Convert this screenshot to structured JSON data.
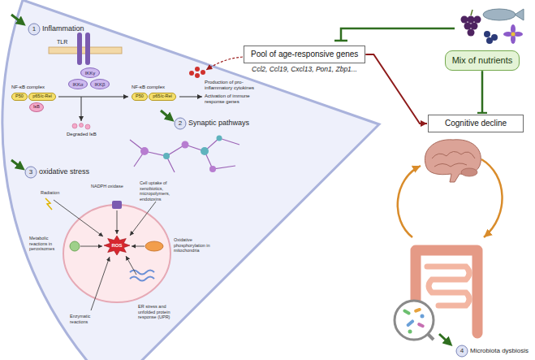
{
  "diagram": {
    "nodes": [
      {
        "text": [
          "IKKγ"
        ]
      },
      {
        "text": [
          "IKKα"
        ]
      },
      {
        "text": [
          "IKKβ"
        ]
      },
      {
        "text": [
          "P50"
        ]
      },
      {
        "text": [
          "p65/c-Rel"
        ]
      },
      {
        "text": [
          "IκB"
        ]
      },
      {
        "text": [
          "P50"
        ]
      },
      {
        "text": [
          "p65/c-Rel"
        ]
      },
      {
        "text": [
          "Pool of age-responsive genes"
        ]
      },
      {
        "text": [
          "Mix of nutrients"
        ]
      },
      {
        "text": [
          "Cognitive decline"
        ]
      },
      {
        "text": [
          "ROS"
        ]
      }
    ],
    "edges": [
      {
        "from": 8,
        "to": 10,
        "arrow": "to"
      },
      {
        "from": 9,
        "to": 10,
        "arrow": "to"
      }
    ],
    "labels": [
      "1",
      "Inflammation",
      "TLR",
      "NF-κB complex",
      "Degraded IκB",
      "NF-κB complex",
      "Production of pro-inflammatory cytokines",
      "Activation of immune response genes",
      "2",
      "Synaptic pathways",
      "3",
      "oxidative stress",
      "Radiation",
      "NADPH oxidase",
      "Cell uptake of xenobiotics, micropolymers, endotoxins",
      "Metabolic reactions in peroxisomes",
      "Oxidative phosphorylation in mitochondria",
      "Enzymatic reactions",
      "ER stress and unfolded protein response (UPR)",
      "Ccl2, Ccl19, Cxcl13, Pon1, Zbp1...",
      "4",
      "Microbiota dysbiosis"
    ]
  }
}
